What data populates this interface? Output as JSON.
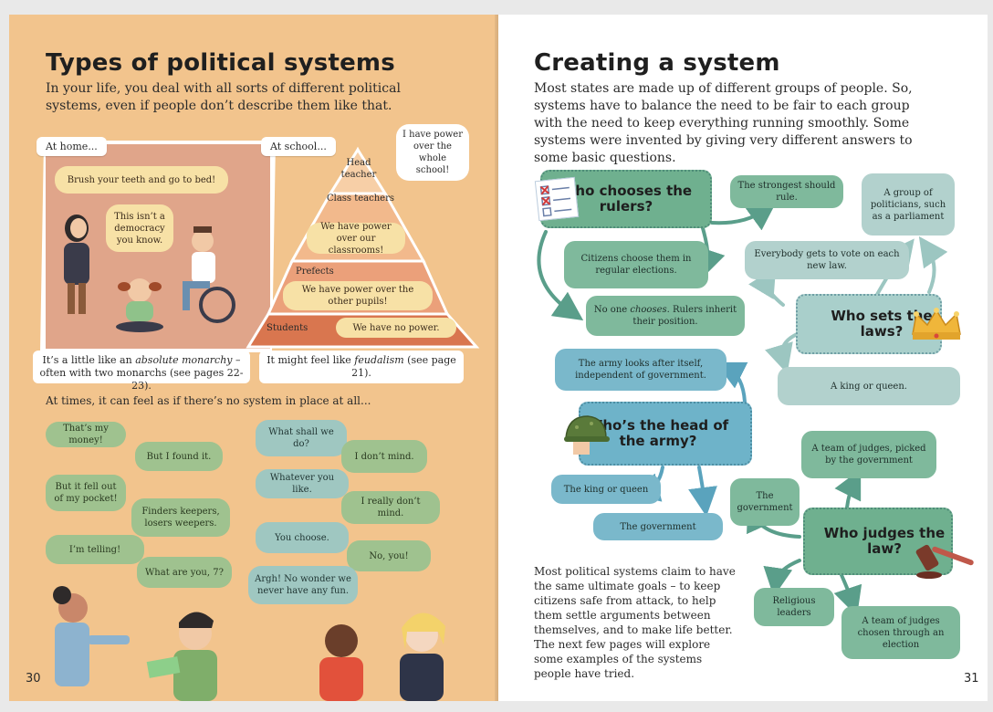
{
  "left": {
    "title": "Types of political systems",
    "intro": "In your life, you deal with all sorts of different political systems, even if people don’t describe them like that.",
    "at_home_label": "At home...",
    "at_school_label": "At school...",
    "home_speech_1": "Brush your teeth and go to bed!",
    "home_speech_2": "This isn’t a democracy you know.",
    "home_caption_pre": "It’s a little like an ",
    "home_caption_em": "absolute monarchy",
    "home_caption_post": " – often with two monarchs (see pages 22-23).",
    "school_head_label": "Head teacher",
    "school_head_speech": "I have power over the whole school!",
    "school_class_label": "Class teachers",
    "school_class_speech": "We have power over our classrooms!",
    "school_prefects_label": "Prefects",
    "school_prefects_speech": "We have power over the other pupils!",
    "school_students_label": "Students",
    "school_students_speech": "We have no power.",
    "school_caption_pre": "It might feel like ",
    "school_caption_em": "feudalism",
    "school_caption_post": " (see page 21).",
    "no_system_text": "At times, it can feel as if there’s no system in place at all...",
    "chat_left": [
      "That’s my money!",
      "But I found it.",
      "But it fell out of my pocket!",
      "Finders keepers, losers weepers.",
      "I’m telling!",
      "What are you, 7?"
    ],
    "chat_right": [
      "What shall we do?",
      "I don’t mind.",
      "Whatever you like.",
      "I really don’t mind.",
      "You choose.",
      "No, you!",
      "Argh! No wonder we never have any fun."
    ],
    "page_number": "30"
  },
  "right": {
    "title": "Creating a system",
    "intro": "Most states are made up of different groups of people. So, systems have to balance the need to be fair to each group with the need to keep everything running smoothly. Some systems were invented by giving very different answers to some basic questions.",
    "q1": "Who chooses the rulers?",
    "q1_a1": "The strongest should rule.",
    "q1_a2": "Citizens choose them in regular elections.",
    "q1_a3_em": "chooses",
    "q1_a3_pre": "No one ",
    "q1_a3_post": ". Rulers inherit their position.",
    "q2": "Who sets the laws?",
    "q2_a1": "A group of politicians, such as a parliament",
    "q2_a2": "Everybody gets to vote on each new law.",
    "q2_a3": "A king or queen.",
    "q3": "Who’s the head of the army?",
    "q3_a1": "The army looks after itself, independent of government.",
    "q3_a2": "The king or queen",
    "q3_a3": "The government",
    "q4": "Who judges the law?",
    "q4_a1": "A team of judges, picked by the government",
    "q4_a2": "The government",
    "q4_a3": "Religious leaders",
    "q4_a4": "A team of judges chosen through an election",
    "outro": "Most political systems claim to have the same ultimate goals – to keep citizens safe from attack, to help them settle arguments between themselves, and to make life better. The next few pages will explore some examples of the systems people have tried.",
    "page_number": "31"
  },
  "colors": {
    "left_bg": "#f2c48d",
    "q_green": "#6fb08f",
    "q_light_teal": "#a9cfcb",
    "q_blue": "#6eb3c9",
    "speech_green": "#9fc28f",
    "speech_teal": "#9fc7c1",
    "speech_cream": "#f7e1a6"
  }
}
